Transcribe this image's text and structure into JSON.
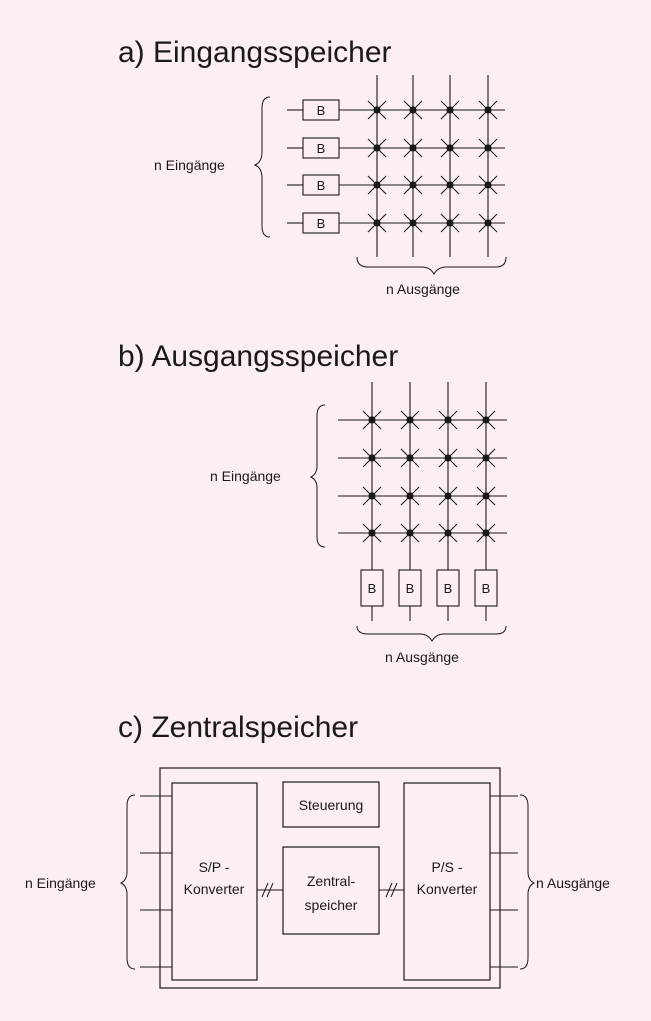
{
  "colors": {
    "background": "#fcefef",
    "ink": "#1a1a1a"
  },
  "section_a": {
    "title": "a) Eingangsspeicher",
    "inputs_label": "n Eingänge",
    "outputs_label": "n Ausgänge",
    "buffer_label": "B",
    "rows": 4,
    "cols": 4
  },
  "section_b": {
    "title": "b) Ausgangsspeicher",
    "inputs_label": "n Eingänge",
    "outputs_label": "n Ausgänge",
    "buffer_label": "B",
    "rows": 4,
    "cols": 4
  },
  "section_c": {
    "title": "c) Zentralspeicher",
    "inputs_label": "n Eingänge",
    "outputs_label": "n Ausgänge",
    "sp_converter": [
      "S/P -",
      "Konverter"
    ],
    "control": "Steuerung",
    "central_memory": [
      "Zentral-",
      "speicher"
    ],
    "ps_converter": [
      "P/S -",
      "Konverter"
    ]
  }
}
